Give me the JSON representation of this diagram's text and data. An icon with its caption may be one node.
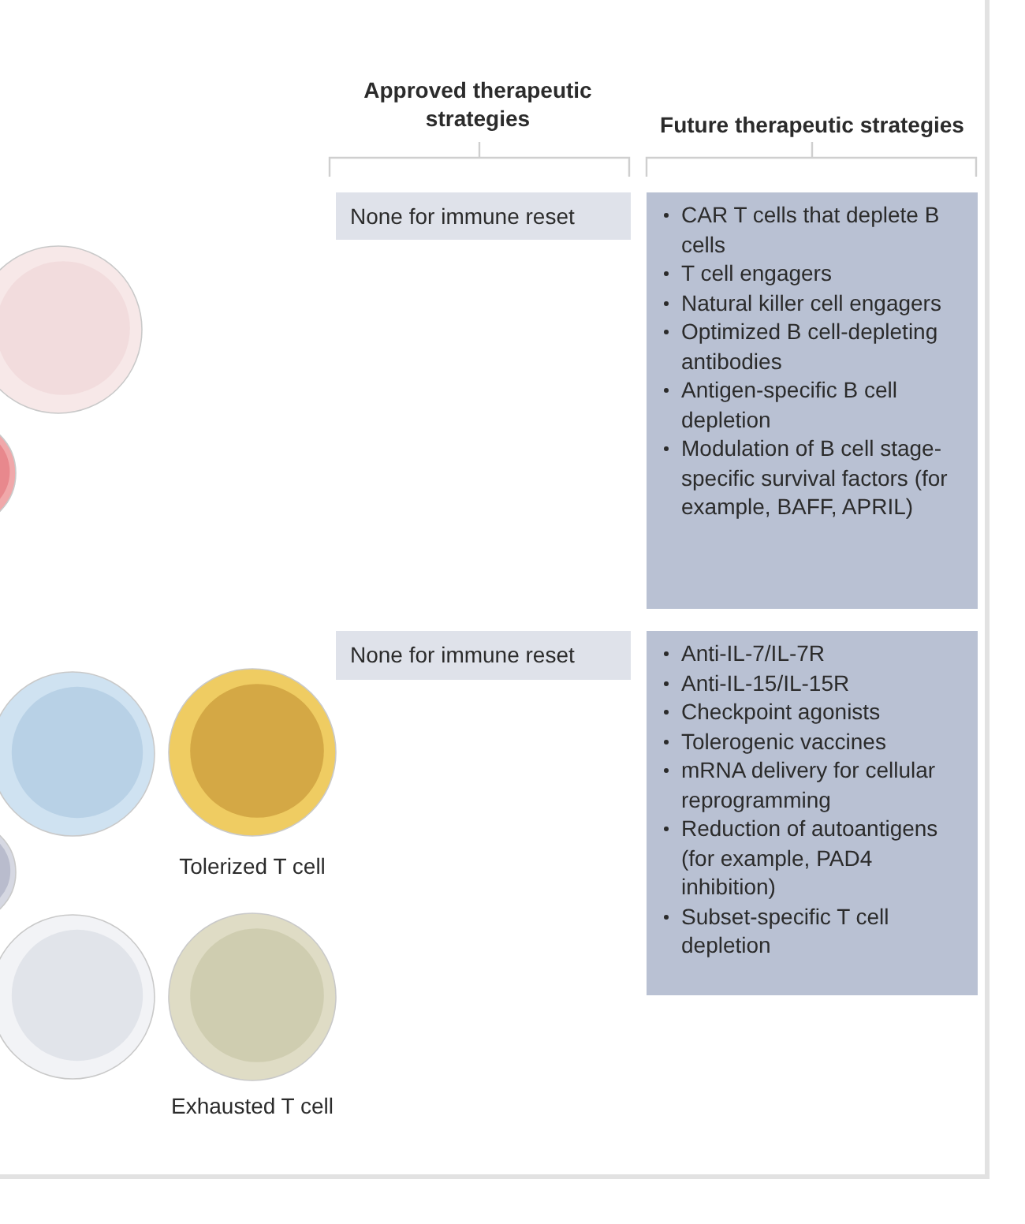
{
  "diagram": {
    "nodes": [
      {
        "text": [
          "None for immune reset"
        ]
      },
      {
        "text": [
          "CAR T cells that deplete B cells",
          "T cell engagers",
          "Natural killer cell engagers",
          "Optimized B cell-depleting antibodies",
          "Antigen-specific B cell depletion",
          "Modulation of B cell stage-specific survival factors (for example, BAFF, APRIL)"
        ]
      },
      {
        "text": [
          "None for immune reset"
        ]
      },
      {
        "text": [
          "Anti-IL-7/IL-7R",
          "Anti-IL-15/IL-15R",
          "Checkpoint agonists",
          "Tolerogenic vaccines",
          "mRNA delivery for cellular reprogramming",
          "Reduction of autoantigens (for example, PAD4 inhibition)",
          "Subset-specific T cell depletion"
        ]
      }
    ],
    "labels": [
      "Approved therapeutic strategies",
      "Future therapeutic strategies",
      "Tolerized T cell",
      "Exhausted T cell"
    ]
  }
}
